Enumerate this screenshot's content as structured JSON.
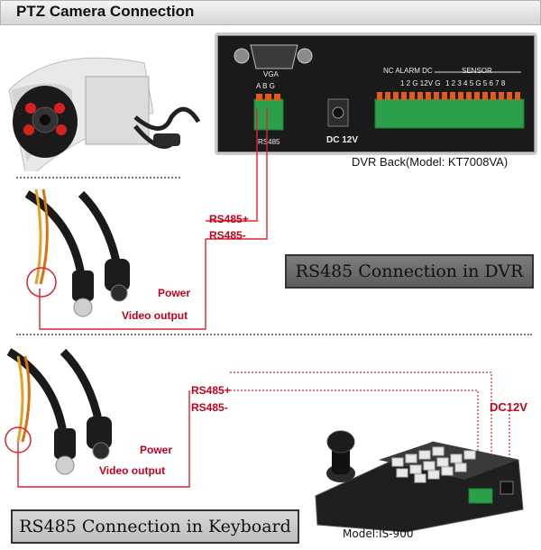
{
  "header": {
    "title": "PTZ Camera Connection"
  },
  "dvr": {
    "vga_label": "VGA",
    "abg_labels": "A  B  G",
    "rs485_label": "RS485",
    "dc_label": "DC 12V",
    "alarm_header": "NC  ALARM DC",
    "alarm_pins": "1  2 G 12V G",
    "sensor_header": "SENSOR",
    "sensor_pins": "1  2  3  4  5  G  5  6  7  8",
    "caption": "DVR Back(Model: KT7008VA)"
  },
  "section1": {
    "rs485_plus": "RS485+",
    "rs485_minus": "RS485-",
    "power": "Power",
    "video": "Video output",
    "caption": "RS485 Connection in DVR"
  },
  "section2": {
    "rs485_plus": "RS485+",
    "rs485_minus": "RS485-",
    "dc": "DC12V",
    "power": "Power",
    "video": "Video output",
    "model": "Model:IS-900",
    "caption": "RS485 Connection in Keyboard"
  },
  "colors": {
    "wire_red": "#e8202c",
    "label_red": "#c4001a",
    "panel_dark": "#1a1a1a"
  }
}
